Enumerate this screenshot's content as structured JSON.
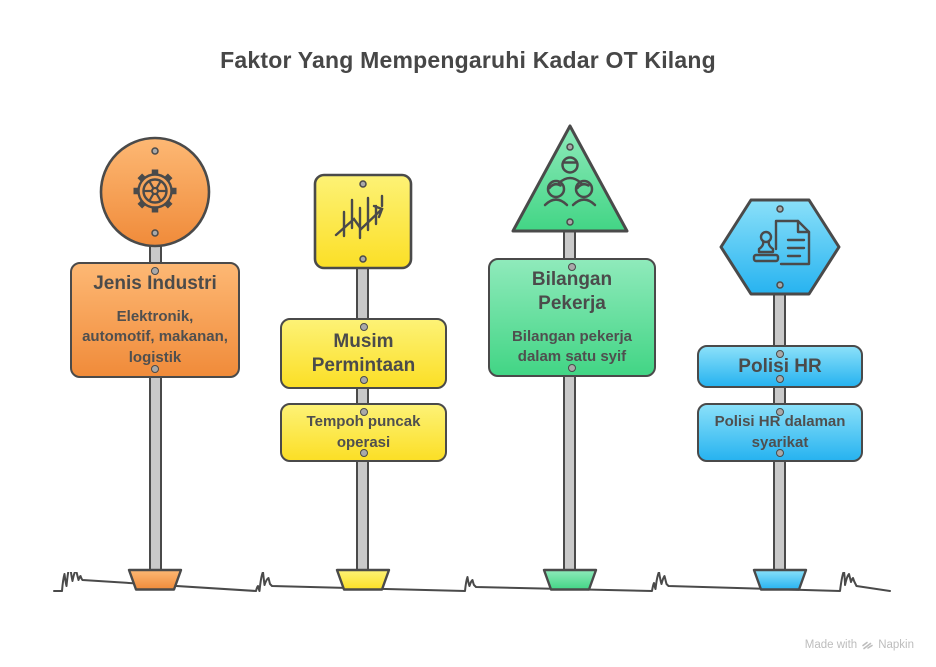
{
  "title": "Faktor Yang Mempengaruhi Kadar OT Kilang",
  "posts": [
    {
      "shape": "circle",
      "icon": "gear-icon",
      "color": "#f59a4e",
      "title": "Jenis Industri",
      "subtitle": "Elektronik,\nautomotif, makanan,\nlogistik"
    },
    {
      "shape": "square",
      "icon": "trend-chart-icon",
      "color": "#fbe232",
      "title": "Musim\nPermintaan",
      "subtitle": "Tempoh puncak\noperasi"
    },
    {
      "shape": "triangle",
      "icon": "workers-icon",
      "color": "#4fdb90",
      "title": "Bilangan\nPekerja",
      "subtitle": "Bilangan pekerja\ndalam satu syif"
    },
    {
      "shape": "hexagon",
      "icon": "policy-document-icon",
      "color": "#38c0f2",
      "title": "Polisi HR",
      "subtitle": "Polisi HR dalaman\nsyarikat"
    }
  ],
  "watermark": {
    "prefix": "Made with",
    "brand": "Napkin"
  }
}
